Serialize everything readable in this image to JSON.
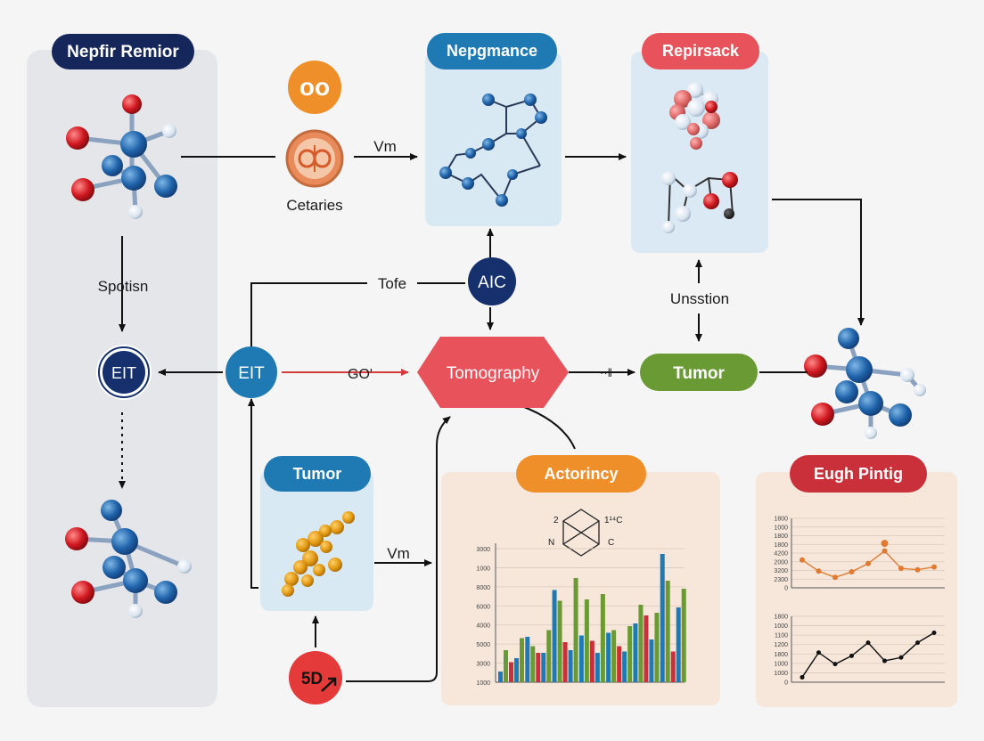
{
  "colors": {
    "navy": "#15265a",
    "blue": "#1f7ab3",
    "red": "#e8525a",
    "orange": "#ef8f2a",
    "green": "#6a9a33",
    "darkred": "#c9303a",
    "arrow": "#111111",
    "arrow_red": "#d43b3b"
  },
  "panels": {
    "left_title": "Nepfir Remior",
    "top_middle_title": "Nepgmance",
    "top_right_title": "Repirsack",
    "tumor_box_title": "Tumor",
    "bar_panel_title": "Actorincy",
    "line_panel_title": "Eugh Pintig"
  },
  "nodes": {
    "orange_badge": "oo",
    "cetaries_label": "Cetaries",
    "aic": "AIC",
    "eit_left": "EIT",
    "eit_mid": "EIT",
    "tomography": "Tomography",
    "tumor": "Tumor",
    "five_d": "5D"
  },
  "edge_labels": {
    "vm_top": "Vm",
    "tofe": "Tofe",
    "spotisn": "Spotisn",
    "go": "GOʹ",
    "unsstion": "Unsstion",
    "vm_bottom": "Vm",
    "dotted": "··‖"
  },
  "structure_labels": {
    "num": "2",
    "top_right": "1¹⁴C",
    "n": "N",
    "c": "C"
  },
  "chart_data": [
    {
      "type": "bar",
      "y_ticks": [
        "1000",
        "3000",
        "5000",
        "4000",
        "6000",
        "8000",
        "1000",
        "3000"
      ],
      "ylim": [
        0,
        10000
      ],
      "series": [
        {
          "color": "#1f7ab3",
          "values": [
            800,
            3400,
            6900,
            3500,
            3700,
            4400,
            9600
          ]
        },
        {
          "color": "#6a9a33",
          "values": [
            2400,
            2700,
            6100,
            6200,
            3900,
            5800,
            7600
          ]
        },
        {
          "color": "#c9303a",
          "values": [
            1500,
            2200,
            3000,
            3100,
            2700,
            5000,
            2300
          ]
        },
        {
          "color": "#1f7ab3",
          "values": [
            1800,
            2200,
            2400,
            2200,
            2300,
            3200,
            5600
          ]
        },
        {
          "color": "#6a9a33",
          "values": [
            3300,
            3900,
            7800,
            6600,
            4200,
            5200,
            7000
          ]
        }
      ]
    },
    {
      "type": "line",
      "y_ticks": [
        "1800",
        "1000",
        "1800",
        "1800",
        "4200",
        "2000",
        "3200",
        "2300",
        "0"
      ],
      "ylim": [
        0,
        2000
      ],
      "series": [
        {
          "color": "#e07a30",
          "values": [
            800,
            480,
            300,
            460,
            700,
            1060,
            560,
            520,
            600
          ]
        }
      ],
      "points_extra": [
        {
          "color": "#e07a30",
          "x_index": 5,
          "value": 1280
        }
      ]
    },
    {
      "type": "line",
      "y_ticks": [
        "1800",
        "1000",
        "1100",
        "1200",
        "1800",
        "1000",
        "1000",
        "0"
      ],
      "ylim": [
        0,
        2000
      ],
      "series": [
        {
          "color": "#111111",
          "values": [
            150,
            900,
            550,
            800,
            1200,
            650,
            750,
            1200,
            1500
          ]
        }
      ]
    }
  ]
}
